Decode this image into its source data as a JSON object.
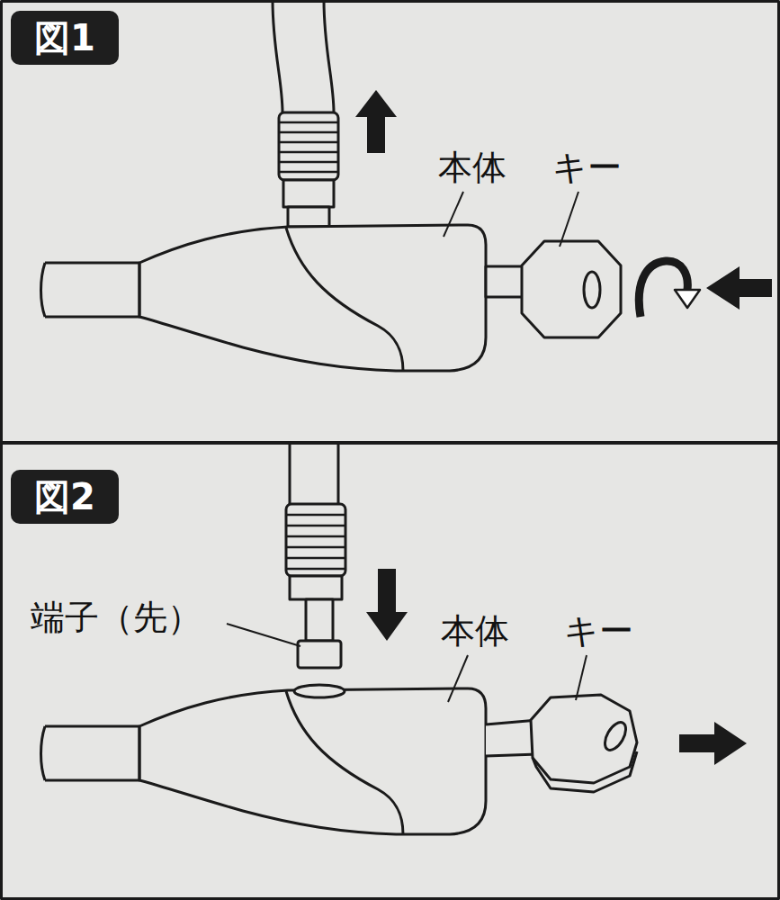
{
  "diagram": {
    "nodes": [
      {
        "text": [
          "図1"
        ]
      },
      {
        "text": [
          "図2"
        ]
      }
    ],
    "labels": [
      "本体",
      "キー",
      "端子（先）",
      "本体",
      "キー"
    ]
  }
}
